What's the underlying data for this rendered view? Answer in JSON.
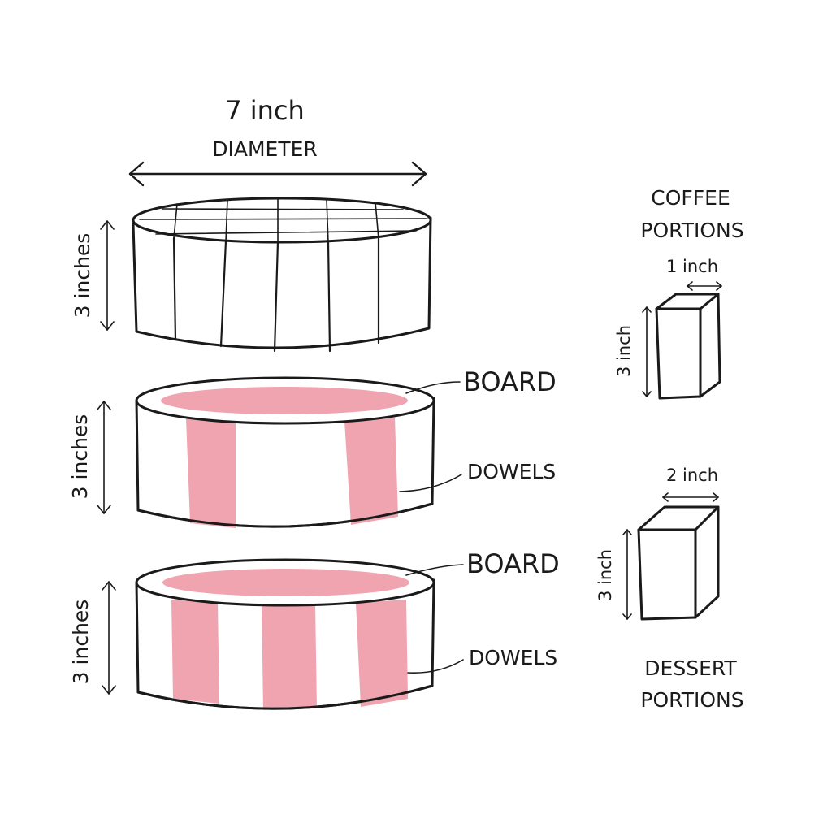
{
  "diameter": {
    "value": "7 inch",
    "label": "DIAMETER"
  },
  "tiers": [
    {
      "height_label": "3 inches"
    },
    {
      "height_label": "3 inches",
      "board_label": "BOARD",
      "dowels_label": "DOWELS"
    },
    {
      "height_label": "3 inches",
      "board_label": "BOARD",
      "dowels_label": "DOWELS"
    }
  ],
  "coffee": {
    "title_line1": "COFFEE",
    "title_line2": "PORTIONS",
    "width_label": "1 inch",
    "height_label": "3 inch"
  },
  "dessert": {
    "title_line1": "DESSERT",
    "title_line2": "PORTIONS",
    "width_label": "2 inch",
    "height_label": "3 inch"
  },
  "colors": {
    "board_dowel": "#f0a4b0",
    "ink": "#1a1a1a"
  }
}
